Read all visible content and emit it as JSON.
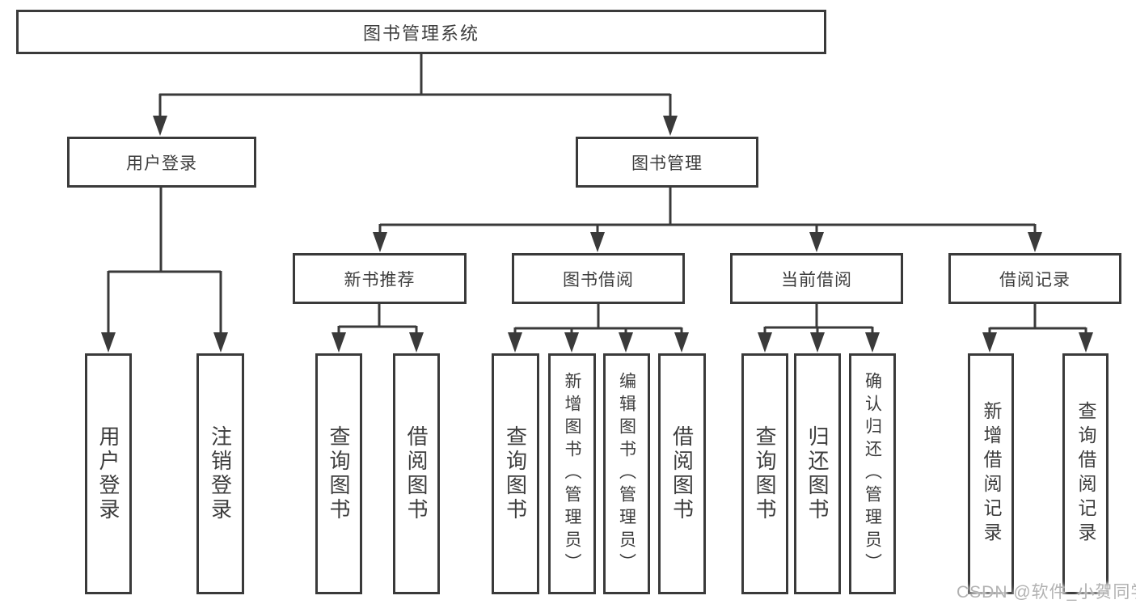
{
  "diagram": {
    "root": "图书管理系统",
    "branches": [
      {
        "label": "用户登录",
        "children": [
          "用户登录",
          "注销登录"
        ]
      },
      {
        "label": "图书管理",
        "children": [
          {
            "label": "新书推荐",
            "children": [
              "查询图书",
              "借阅图书"
            ]
          },
          {
            "label": "图书借阅",
            "children": [
              "查询图书",
              "新增图书（管理员）",
              "编辑图书（管理员）",
              "借阅图书"
            ]
          },
          {
            "label": "当前借阅",
            "children": [
              "查询图书",
              "归还图书",
              "确认归还（管理员）"
            ]
          },
          {
            "label": "借阅记录",
            "children": [
              "新增借阅记录",
              "查询借阅记录"
            ]
          }
        ]
      }
    ],
    "watermark": "CSDN @软件_小贺同学",
    "colors": {
      "line": "#3a3a3a",
      "text": "#3d3d3d",
      "watermark": "#b2b2b2",
      "background": "#ffffff"
    }
  }
}
